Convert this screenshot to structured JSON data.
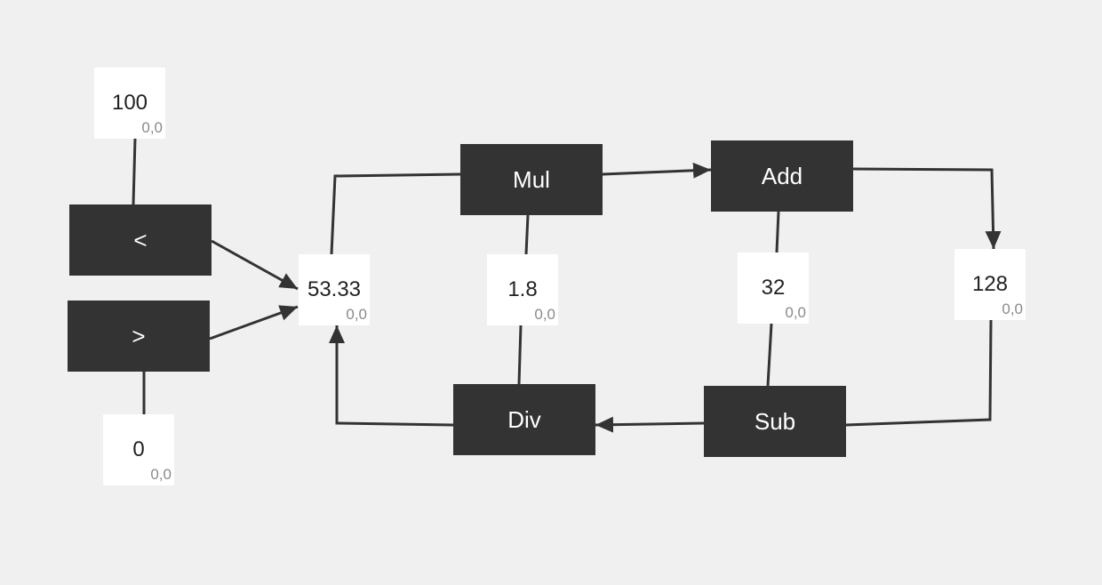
{
  "colors": {
    "background": "#f0f0f0",
    "operator_fill": "#333333",
    "operator_text": "#ffffff",
    "value_fill": "#ffffff",
    "value_text": "#222222",
    "coord_text": "#8a8a8a",
    "wire": "#333333"
  },
  "operators": {
    "lt": "<",
    "gt": ">",
    "mul": "Mul",
    "add": "Add",
    "div": "Div",
    "sub": "Sub"
  },
  "values": {
    "v100": {
      "value": "100",
      "coord": "0,0"
    },
    "v0": {
      "value": "0",
      "coord": "0,0"
    },
    "center": {
      "value": "53.33",
      "coord": "0,0"
    },
    "factor": {
      "value": "1.8",
      "coord": "0,0"
    },
    "offset": {
      "value": "32",
      "coord": "0,0"
    },
    "v128": {
      "value": "128",
      "coord": "0,0"
    }
  }
}
